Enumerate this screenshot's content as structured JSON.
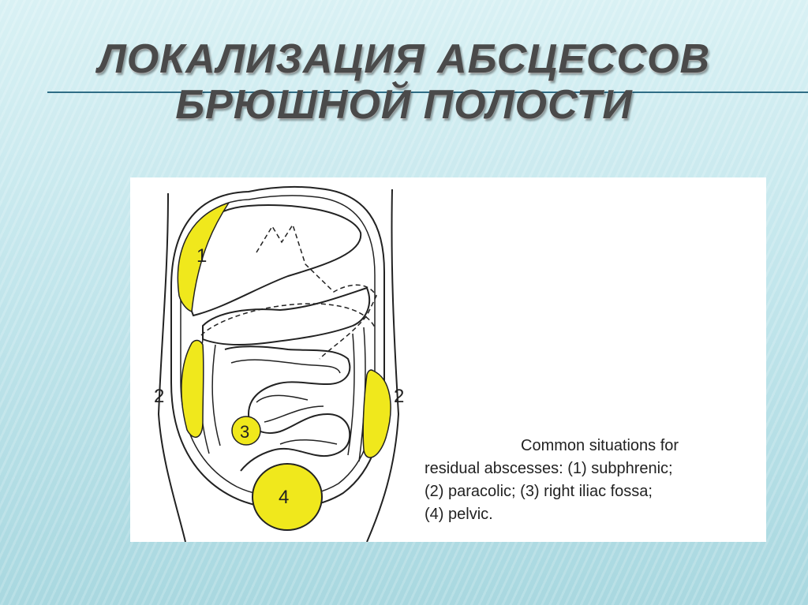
{
  "slide": {
    "title_line1": "ЛОКАЛИЗАЦИЯ АБСЦЕССОВ",
    "title_line2": "БРЮШНОЙ ПОЛОСТИ"
  },
  "figure": {
    "labels": {
      "subphrenic": "1",
      "paracolic_right": "2",
      "paracolic_left": "2",
      "right_iliac": "3",
      "pelvic": "4"
    },
    "caption": [
      "Common situations for",
      "residual abscesses: (1) subphrenic;",
      "(2) paracolic; (3) right iliac fossa;",
      "(4) pelvic."
    ],
    "colors": {
      "abscess_fill": "#f0e81c",
      "outline": "#222222"
    }
  }
}
